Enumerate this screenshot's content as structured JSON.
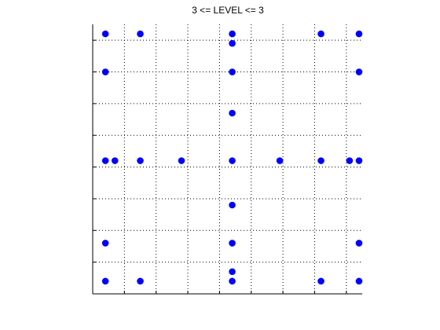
{
  "chart_data": {
    "type": "scatter",
    "title": "3 <= LEVEL <= 3",
    "xlabel": "",
    "ylabel": "",
    "xlim": [
      0,
      8.5
    ],
    "ylim": [
      0,
      8.5
    ],
    "x_ticks": [
      0,
      1,
      2,
      3,
      4,
      5,
      6,
      7,
      8
    ],
    "y_ticks": [
      0,
      1,
      2,
      3,
      4,
      5,
      6,
      7,
      8
    ],
    "tick_labels_visible": false,
    "grid": true,
    "grid_style": "dotted",
    "marker_color": "#0000ff",
    "points": [
      {
        "x": 0.4,
        "y": 8.2
      },
      {
        "x": 1.5,
        "y": 8.2
      },
      {
        "x": 4.4,
        "y": 8.2
      },
      {
        "x": 7.2,
        "y": 8.2
      },
      {
        "x": 8.4,
        "y": 8.2
      },
      {
        "x": 4.4,
        "y": 7.9
      },
      {
        "x": 0.4,
        "y": 7.0
      },
      {
        "x": 4.4,
        "y": 7.0
      },
      {
        "x": 8.4,
        "y": 7.0
      },
      {
        "x": 4.4,
        "y": 5.7
      },
      {
        "x": 0.4,
        "y": 4.2
      },
      {
        "x": 0.7,
        "y": 4.2
      },
      {
        "x": 1.5,
        "y": 4.2
      },
      {
        "x": 2.8,
        "y": 4.2
      },
      {
        "x": 4.4,
        "y": 4.2
      },
      {
        "x": 5.9,
        "y": 4.2
      },
      {
        "x": 7.2,
        "y": 4.2
      },
      {
        "x": 8.1,
        "y": 4.2
      },
      {
        "x": 8.4,
        "y": 4.2
      },
      {
        "x": 4.4,
        "y": 2.8
      },
      {
        "x": 0.4,
        "y": 1.6
      },
      {
        "x": 4.4,
        "y": 1.6
      },
      {
        "x": 8.4,
        "y": 1.6
      },
      {
        "x": 4.4,
        "y": 0.7
      },
      {
        "x": 0.4,
        "y": 0.4
      },
      {
        "x": 1.5,
        "y": 0.4
      },
      {
        "x": 4.4,
        "y": 0.4
      },
      {
        "x": 7.2,
        "y": 0.4
      },
      {
        "x": 8.4,
        "y": 0.4
      }
    ]
  }
}
